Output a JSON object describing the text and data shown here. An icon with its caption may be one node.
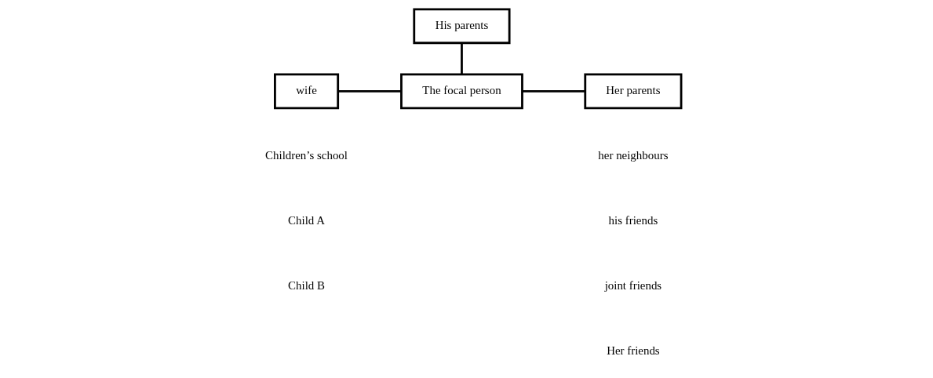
{
  "diagram": {
    "nodes": [
      {
        "text": [
          "His parents"
        ]
      },
      {
        "text": [
          "wife"
        ]
      },
      {
        "text": [
          "The focal person"
        ]
      },
      {
        "text": [
          "Her parents"
        ]
      }
    ],
    "edges": [
      {
        "from": 0,
        "to": 2,
        "arrow": "none"
      },
      {
        "from": 1,
        "to": 2,
        "arrow": "none"
      },
      {
        "from": 2,
        "to": 3,
        "arrow": "none"
      }
    ],
    "labels": [
      "Children’s school",
      "her neighbours",
      "Child A",
      "his friends",
      "Child B",
      "joint friends",
      "Her friends"
    ]
  }
}
